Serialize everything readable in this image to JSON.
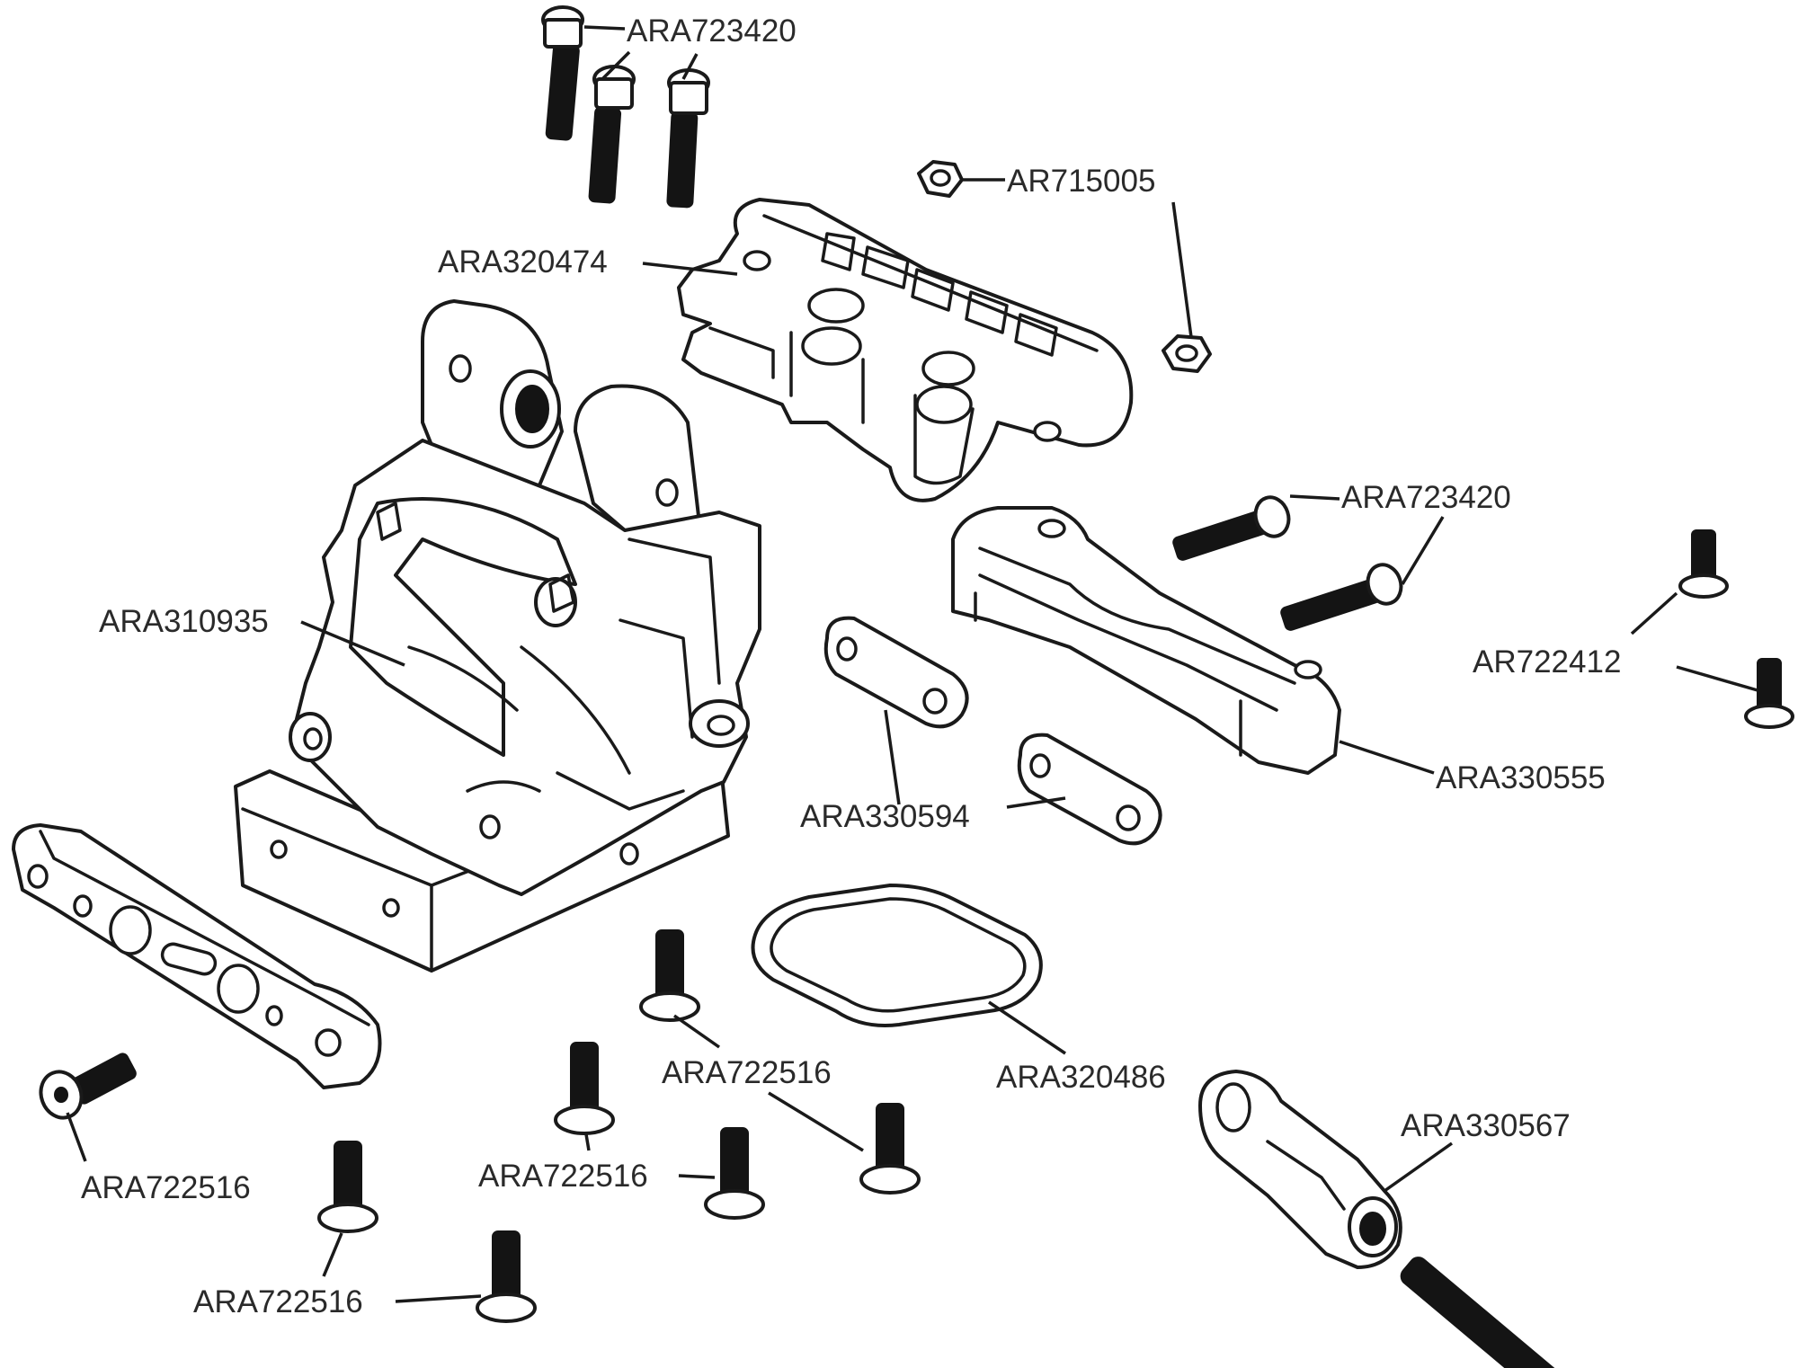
{
  "diagram": {
    "labels": {
      "screws_top": "ARA723420",
      "nut_top": "AR715005",
      "upper_mount": "ARA320474",
      "bulkhead": "ARA310935",
      "screws_right": "ARA723420",
      "screws_small_right": "AR722412",
      "arm_brace": "ARA330555",
      "link_pieces": "ARA330594",
      "gasket": "ARA320486",
      "screw_center": "ARA722516",
      "screw_left": "ARA722516",
      "screw_mid": "ARA722516",
      "screw_bottom_left": "ARA722516",
      "servo_horn": "ARA330567"
    }
  }
}
